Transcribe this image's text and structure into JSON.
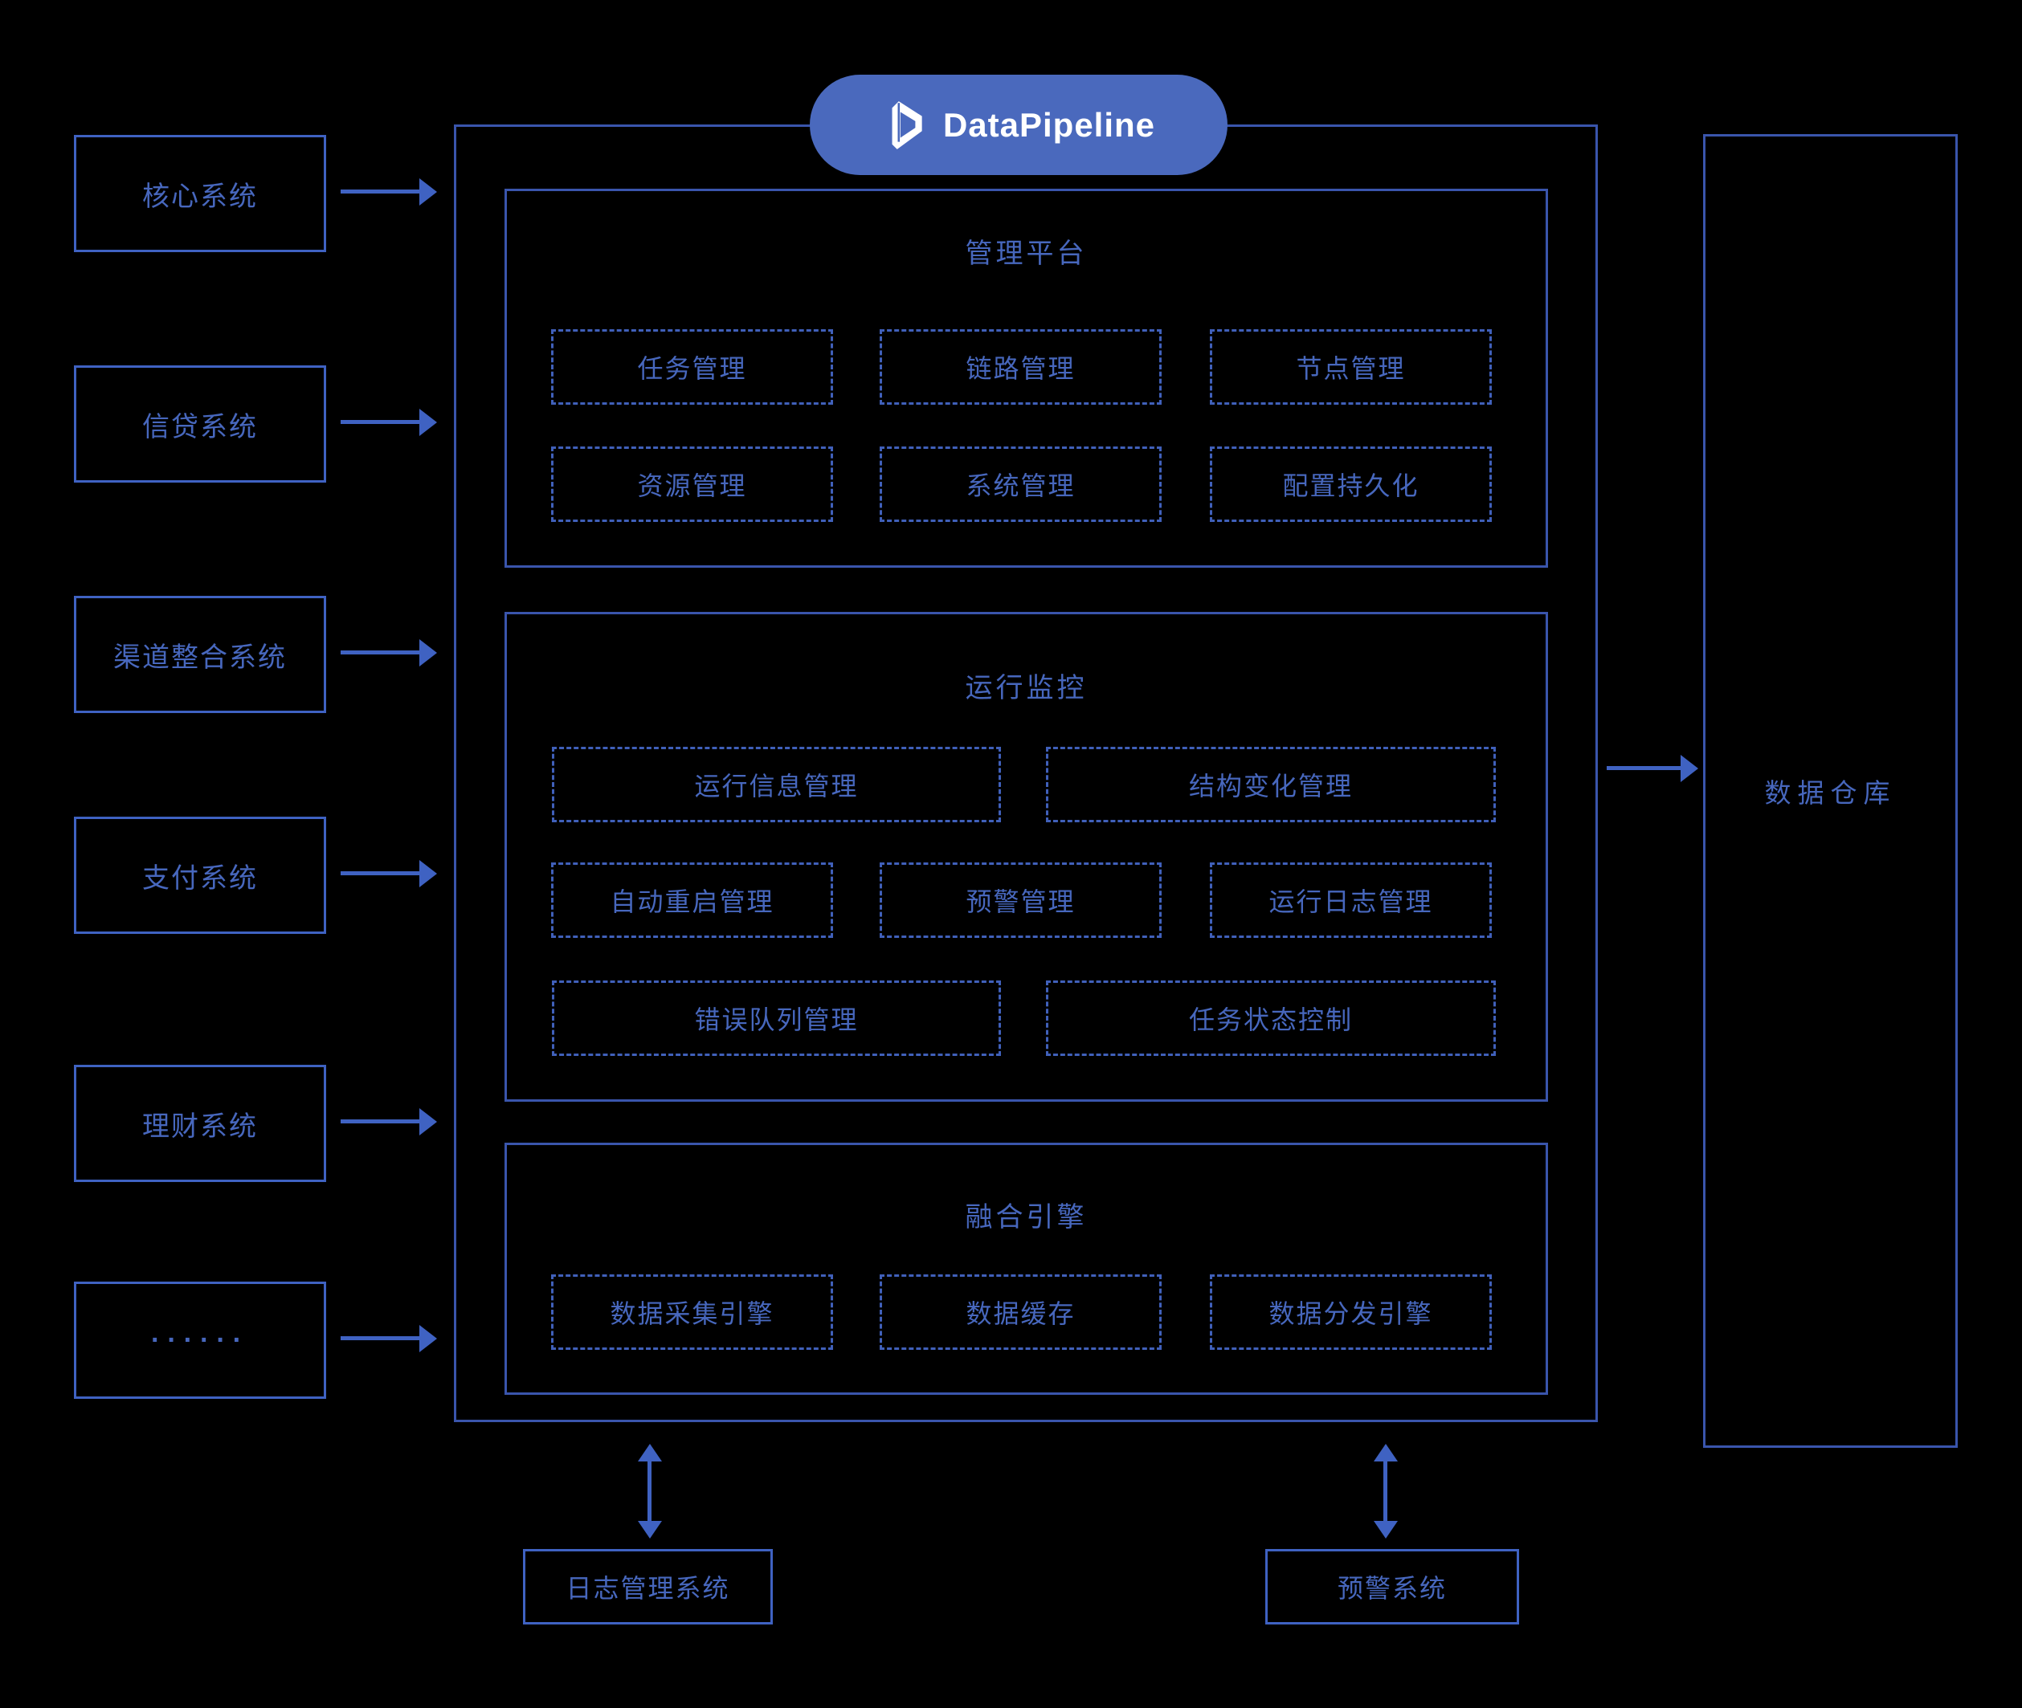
{
  "brand": {
    "name": "DataPipeline",
    "icon": "datapipeline-prism-icon"
  },
  "sources": [
    {
      "label": "核心系统"
    },
    {
      "label": "信贷系统"
    },
    {
      "label": "渠道整合系统"
    },
    {
      "label": "支付系统"
    },
    {
      "label": "理财系统"
    },
    {
      "label": "······"
    }
  ],
  "platform": {
    "management": {
      "title": "管理平台",
      "modules": [
        "任务管理",
        "链路管理",
        "节点管理",
        "资源管理",
        "系统管理",
        "配置持久化"
      ]
    },
    "monitoring": {
      "title": "运行监控",
      "modules": [
        "运行信息管理",
        "结构变化管理",
        "自动重启管理",
        "预警管理",
        "运行日志管理",
        "错误队列管理",
        "任务状态控制"
      ]
    },
    "engine": {
      "title": "融合引擎",
      "modules": [
        "数据采集引擎",
        "数据缓存",
        "数据分发引擎"
      ]
    }
  },
  "warehouse": {
    "label": "数据仓库"
  },
  "external": [
    {
      "label": "日志管理系统"
    },
    {
      "label": "预警系统"
    }
  ],
  "colors": {
    "background": "#000000",
    "container_line": "#3a55ac",
    "accent_line": "#3f62c2",
    "dashed_line": "#4060ba",
    "label_text": "#4767bd",
    "pill_background": "#4a69bd",
    "pill_text": "#ffffff"
  }
}
